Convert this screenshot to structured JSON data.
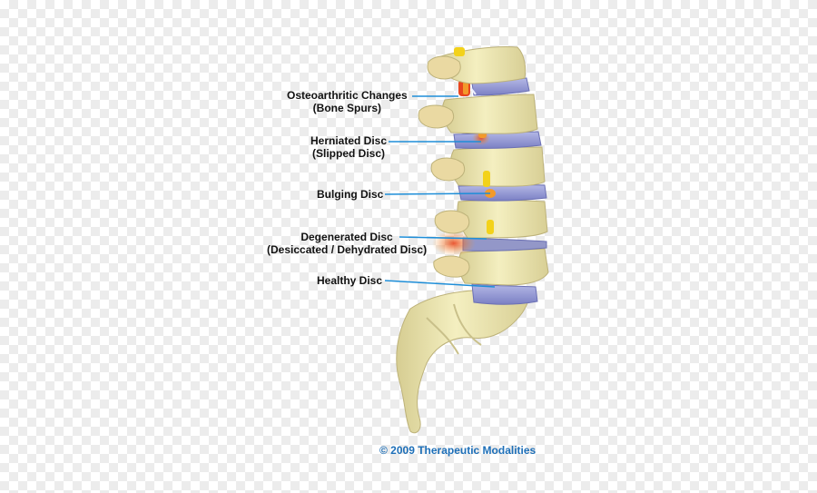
{
  "labels": {
    "osteoarthritic": {
      "line1": "Osteoarthritic Changes",
      "line2": "(Bone Spurs)"
    },
    "herniated": {
      "line1": "Herniated Disc",
      "line2": "(Slipped Disc)"
    },
    "bulging": {
      "line1": "Bulging Disc"
    },
    "degenerated": {
      "line1": "Degenerated Disc",
      "line2": "(Desiccated / Dehydrated Disc)"
    },
    "healthy": {
      "line1": "Healthy Disc"
    }
  },
  "copyright": "© 2009 Therapeutic Modalities",
  "colors": {
    "bone": "#f0ebb4",
    "bone_shade": "#c9c08a",
    "disc": "#8a8fd0",
    "disc_light": "#b4b8e6",
    "spur_red": "#e8451e",
    "spur_orange": "#f39a2a",
    "nerve_yellow": "#f3d21a",
    "leader_line": "#1e8ed8",
    "copyright_text": "#1d6fb8"
  }
}
